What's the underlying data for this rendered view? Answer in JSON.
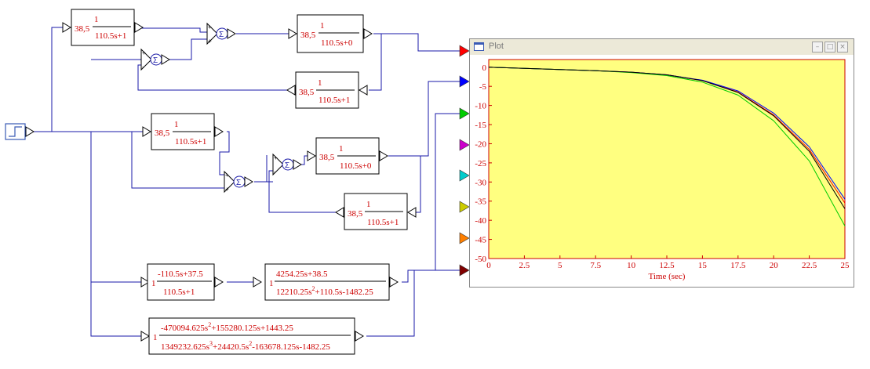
{
  "plot_window": {
    "title": "Plot",
    "buttons": {
      "minimize": "–",
      "maximize": "□",
      "close": "×"
    }
  },
  "blocks": {
    "b1": {
      "gain": "38,5",
      "num": "1",
      "den": "110.5s+1"
    },
    "b2": {
      "gain": "38,5",
      "num": "1",
      "den": "110.5s+0"
    },
    "b3": {
      "gain": "38,5",
      "num": "1",
      "den": "110.5s+1"
    },
    "b4": {
      "gain": "38,5",
      "num": "1",
      "den": "110.5s+1"
    },
    "b5": {
      "gain": "38,5",
      "num": "1",
      "den": "110.5s+0"
    },
    "b6": {
      "gain": "38,5",
      "num": "1",
      "den": "110.5s+1"
    },
    "b7": {
      "gain": "1",
      "num": "-110.5s+37.5",
      "den": "110.5s+1"
    },
    "b8": {
      "gain": "1",
      "num": "4254.25s+38.5",
      "den_parts": [
        "12210.25s",
        "2",
        "+110.5s-1482.25"
      ]
    },
    "b9": {
      "gain": "1",
      "num_parts": [
        "-470094.625s",
        "2",
        "+155280.125s+1443.25"
      ],
      "den_parts": [
        "1349232.625s",
        "3",
        "+24420.5s",
        "2",
        "-163678.125s-1482.25"
      ]
    }
  },
  "sum_symbol": "Σ",
  "sum_signs": {
    "plus": "+",
    "minus": "-"
  },
  "port_colors": [
    "#ff0000",
    "#0000ff",
    "#00cc00",
    "#cc00cc",
    "#00cccc",
    "#cccc00",
    "#ff7f00",
    "#800000"
  ],
  "chart_data": {
    "type": "line",
    "xlabel": "Time (sec)",
    "xlim": [
      0,
      25
    ],
    "ylim": [
      -50,
      2
    ],
    "xticks": [
      "0",
      "2.5",
      "5",
      "7.5",
      "10",
      "12.5",
      "15",
      "17.5",
      "20",
      "22.5",
      "25"
    ],
    "yticks": [
      "0",
      "-5",
      "-10",
      "-15",
      "-20",
      "-25",
      "-30",
      "-35",
      "-40",
      "-45",
      "-50"
    ],
    "grid": false,
    "series": [
      {
        "color": "#ff0000",
        "x": [
          0,
          2.5,
          5,
          7.5,
          10,
          12.5,
          15,
          17.5,
          20,
          22.5,
          25
        ],
        "y": [
          0,
          -0.3,
          -0.6,
          -0.9,
          -1.3,
          -2.0,
          -3.5,
          -6.5,
          -12.5,
          -21.5,
          -35.5
        ]
      },
      {
        "color": "#0000ff",
        "x": [
          0,
          2.5,
          5,
          7.5,
          10,
          12.5,
          15,
          17.5,
          20,
          22.5,
          25
        ],
        "y": [
          0,
          -0.3,
          -0.6,
          -0.9,
          -1.3,
          -2.0,
          -3.4,
          -6.2,
          -12.0,
          -20.8,
          -34.5
        ]
      },
      {
        "color": "#00cc00",
        "x": [
          0,
          2.5,
          5,
          7.5,
          10,
          12.5,
          15,
          17.5,
          20,
          22.5,
          25
        ],
        "y": [
          0,
          -0.3,
          -0.6,
          -0.9,
          -1.4,
          -2.2,
          -3.9,
          -7.3,
          -14.0,
          -24.5,
          -41.5
        ]
      },
      {
        "color": "#000000",
        "x": [
          0,
          2.5,
          5,
          7.5,
          10,
          12.5,
          15,
          17.5,
          20,
          22.5,
          25
        ],
        "y": [
          0,
          -0.3,
          -0.6,
          -0.9,
          -1.3,
          -2.0,
          -3.5,
          -6.6,
          -12.7,
          -22.0,
          -37.0
        ]
      }
    ]
  }
}
